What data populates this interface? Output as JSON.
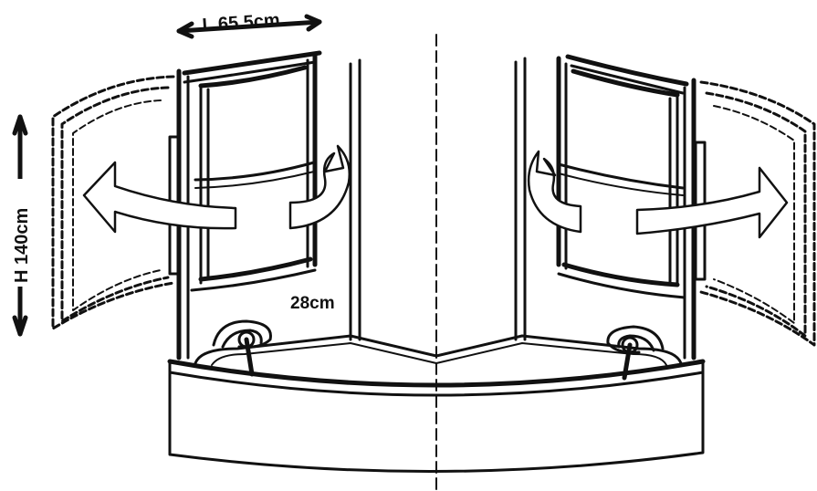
{
  "labels": {
    "width": "L 65.5cm",
    "height": "H 140cm",
    "tray": "28cm"
  }
}
